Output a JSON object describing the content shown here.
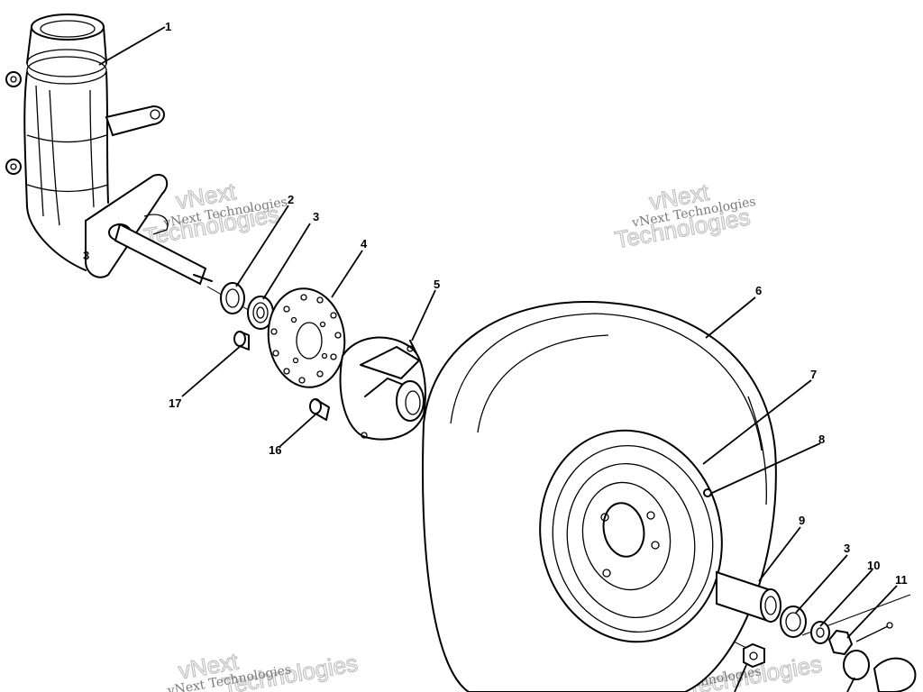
{
  "watermark": {
    "line1": "vNext Technologies",
    "word1": "vNext",
    "word2": "Technologies"
  },
  "callouts": {
    "p1": "1",
    "p2": "2",
    "p3a": "3",
    "p3b": "3",
    "p3c": "3",
    "p4": "4",
    "p5": "5",
    "p6": "6",
    "p7": "7",
    "p8": "8",
    "p9": "9",
    "p10": "10",
    "p11": "11",
    "p16": "16",
    "p17": "17"
  }
}
